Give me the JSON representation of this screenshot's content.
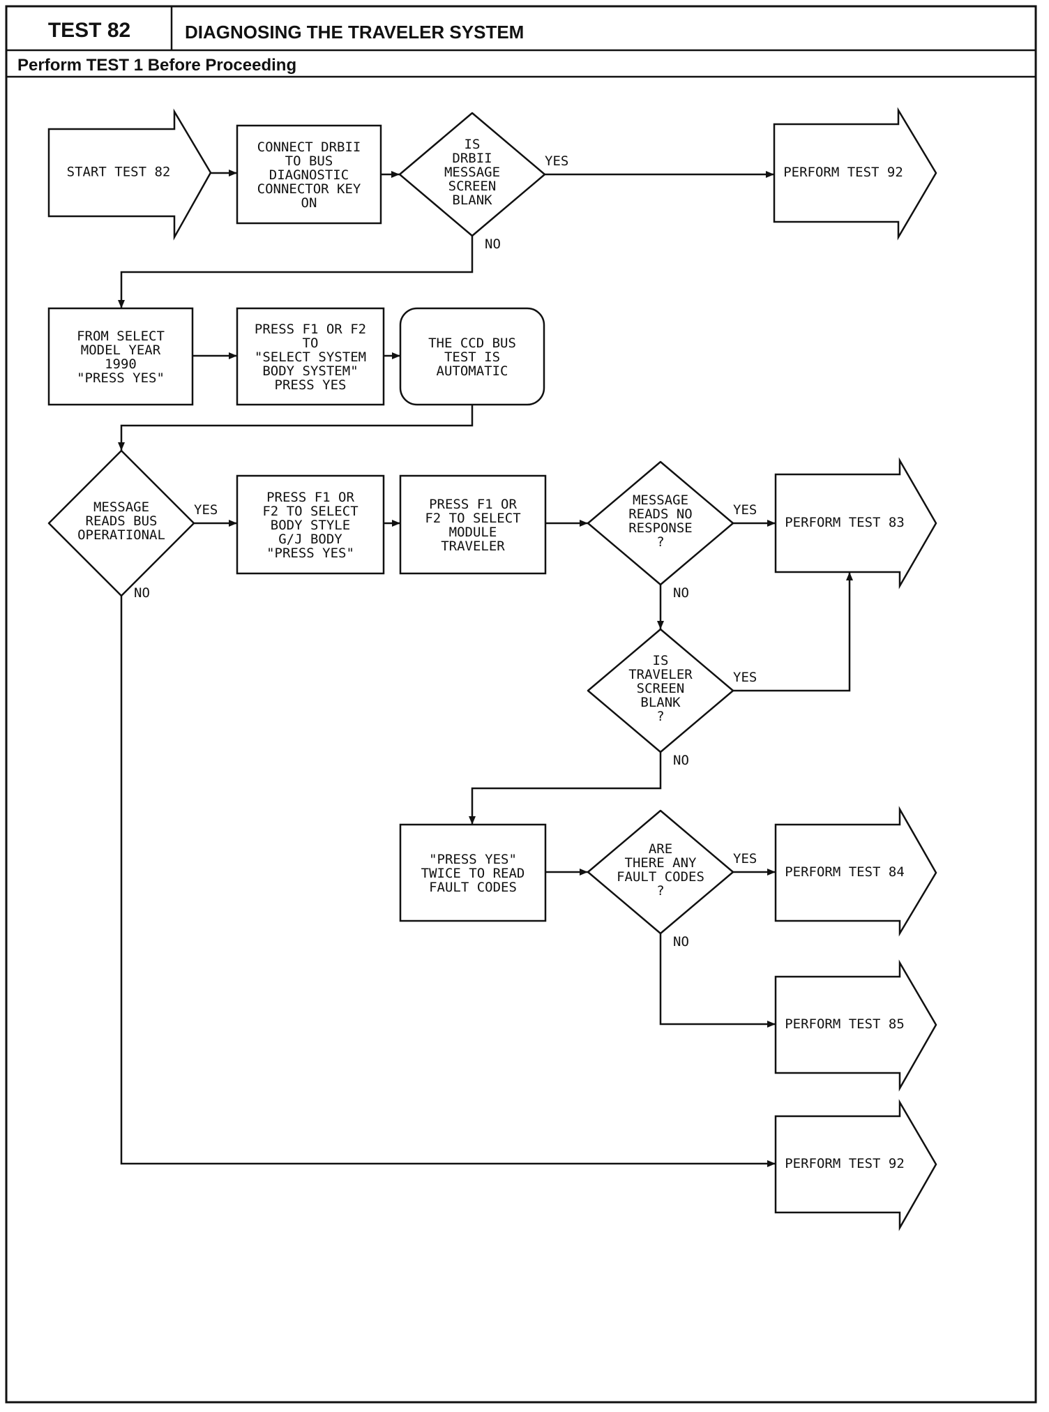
{
  "header": {
    "test_number": "TEST 82",
    "title": "DIAGNOSING THE TRAVELER SYSTEM",
    "subtitle": "Perform TEST 1 Before Proceeding"
  },
  "flowchart": {
    "start": [
      "START TEST 82"
    ],
    "connect": [
      "CONNECT DRBII",
      "TO BUS",
      "DIAGNOSTIC",
      "CONNECTOR KEY",
      "ON"
    ],
    "q_blank": [
      "IS",
      "DRBII",
      "MESSAGE",
      "SCREEN",
      "BLANK"
    ],
    "end_92a": [
      "PERFORM TEST 92"
    ],
    "select_year": [
      "FROM SELECT",
      "MODEL YEAR",
      "1990",
      "\"PRESS YES\""
    ],
    "select_system": [
      "PRESS F1 OR F2",
      "TO",
      "\"SELECT SYSTEM",
      "BODY SYSTEM\"",
      "PRESS YES"
    ],
    "ccd_auto": [
      "THE CCD BUS",
      "TEST IS",
      "AUTOMATIC"
    ],
    "q_bus": [
      "MESSAGE",
      "READS BUS",
      "OPERATIONAL"
    ],
    "body_style": [
      "PRESS F1 OR",
      "F2 TO SELECT",
      "BODY STYLE",
      "G/J BODY",
      "\"PRESS YES\""
    ],
    "module": [
      "PRESS F1 OR",
      "F2 TO SELECT",
      "MODULE",
      "TRAVELER"
    ],
    "q_noresp": [
      "MESSAGE",
      "READS NO",
      "RESPONSE",
      "?"
    ],
    "end_83": [
      "PERFORM TEST 83"
    ],
    "q_trav": [
      "IS",
      "TRAVELER",
      "SCREEN",
      "BLANK",
      "?"
    ],
    "read_codes": [
      "\"PRESS YES\"",
      "TWICE TO READ",
      "FAULT CODES"
    ],
    "q_codes": [
      "ARE",
      "THERE ANY",
      "FAULT CODES",
      "?"
    ],
    "end_84": [
      "PERFORM TEST 84"
    ],
    "end_85": [
      "PERFORM TEST 85"
    ],
    "end_92b": [
      "PERFORM TEST 92"
    ]
  },
  "branch_labels": {
    "yes": "YES",
    "no": "NO"
  }
}
